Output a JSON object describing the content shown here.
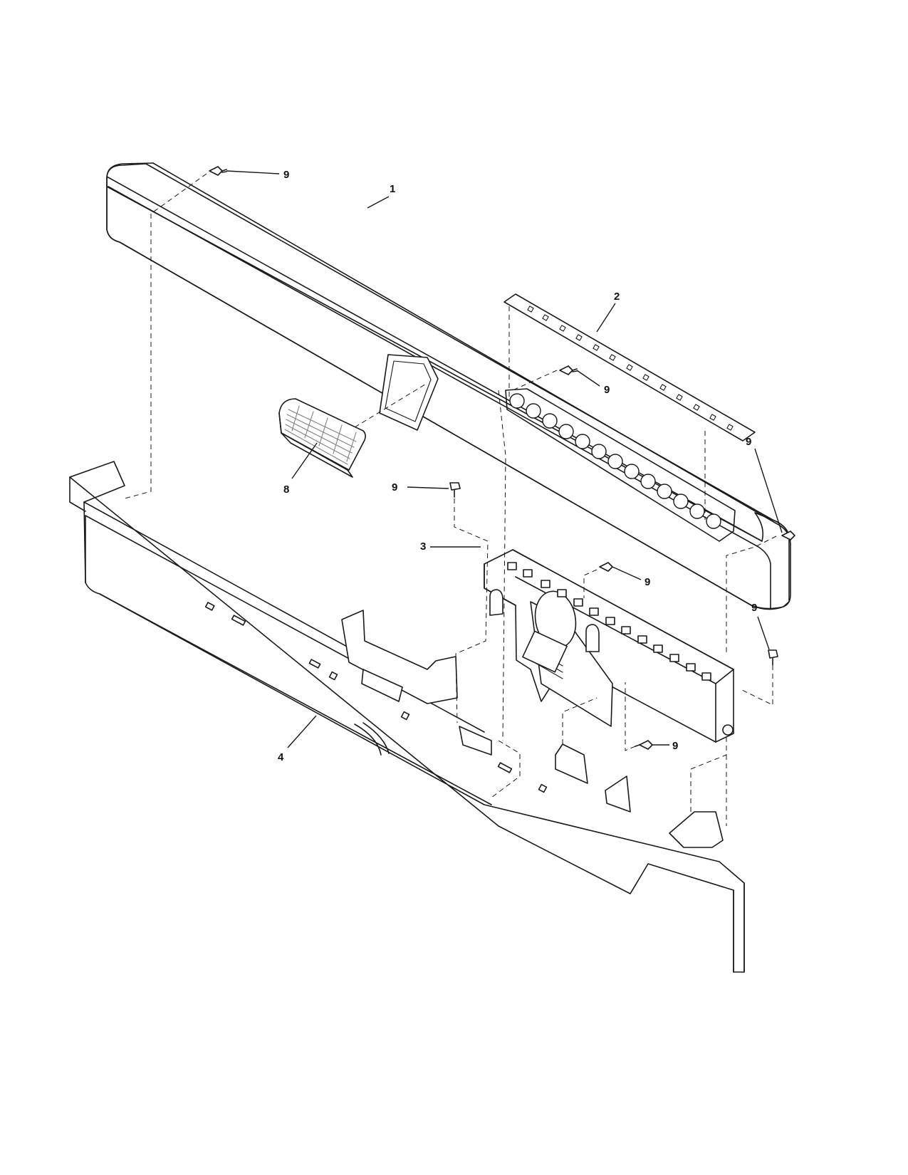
{
  "callouts": {
    "control_panel": "1",
    "overlay": "2",
    "control_board": "3",
    "console": "4",
    "lens": "8",
    "screw": "9"
  },
  "parts": [
    {
      "id": "console-panel",
      "callout": "1"
    },
    {
      "id": "overlay-strip",
      "callout": "2"
    },
    {
      "id": "control-board",
      "callout": "3"
    },
    {
      "id": "lower-console-frame",
      "callout": "4"
    },
    {
      "id": "speaker-lens",
      "callout": "8"
    },
    {
      "id": "screw",
      "callout": "9",
      "quantity_shown": 7
    }
  ]
}
